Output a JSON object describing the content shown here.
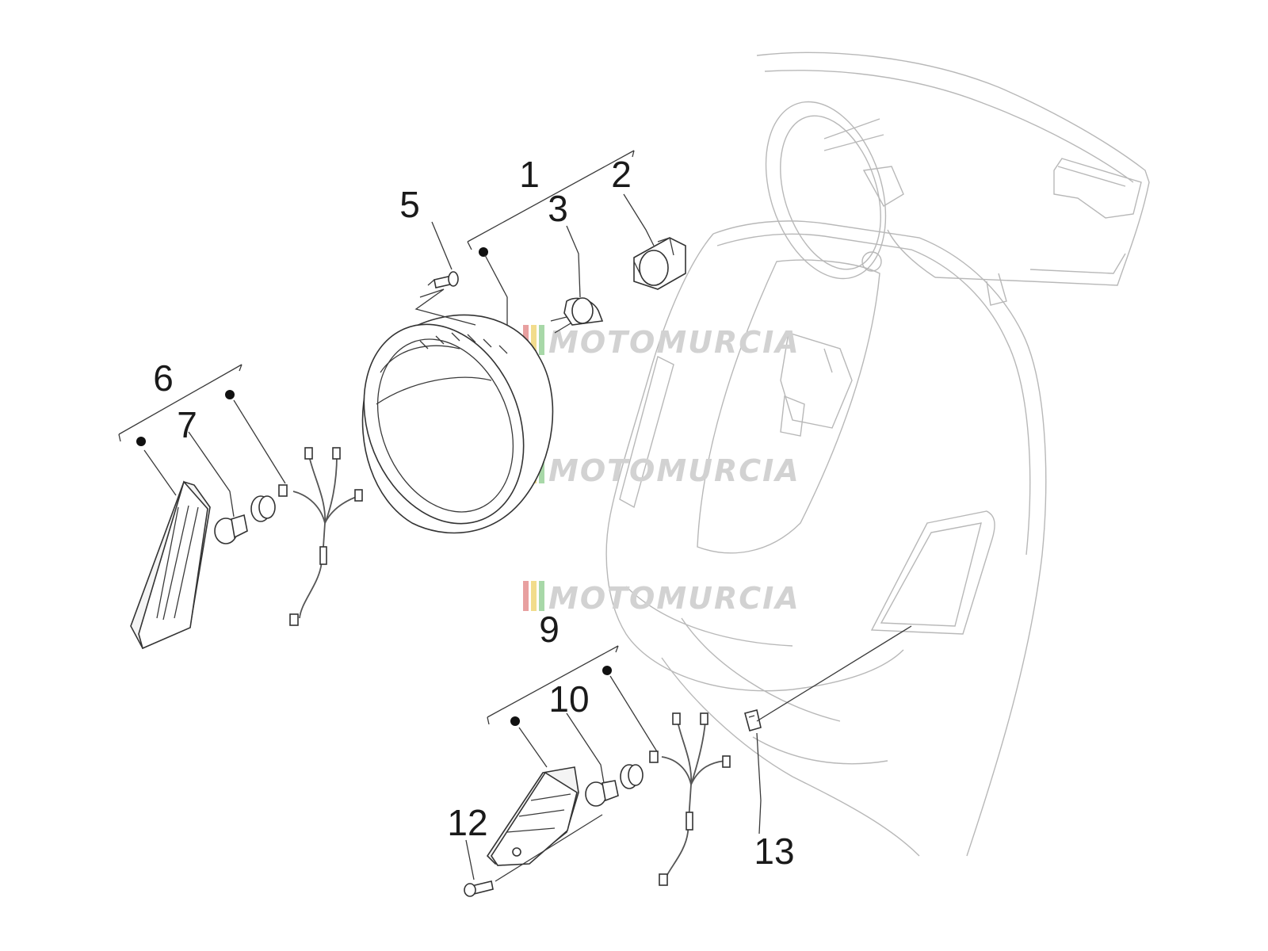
{
  "callouts": [
    {
      "id": "c1",
      "text": "1"
    },
    {
      "id": "c2",
      "text": "2"
    },
    {
      "id": "c3",
      "text": "3"
    },
    {
      "id": "c5",
      "text": "5"
    },
    {
      "id": "c6",
      "text": "6"
    },
    {
      "id": "c7",
      "text": "7"
    },
    {
      "id": "c9",
      "text": "9"
    },
    {
      "id": "c10",
      "text": "10"
    },
    {
      "id": "c12",
      "text": "12"
    },
    {
      "id": "c13",
      "text": "13"
    }
  ],
  "watermark": {
    "text": "MOTOMURCIA",
    "stripe_colors": [
      "#e8a0a0",
      "#f2dc8c",
      "#a8d8a8"
    ]
  },
  "colors": {
    "line": "#333333",
    "body_outline": "#b8b8b8",
    "watermark": "#d2d2d2"
  }
}
